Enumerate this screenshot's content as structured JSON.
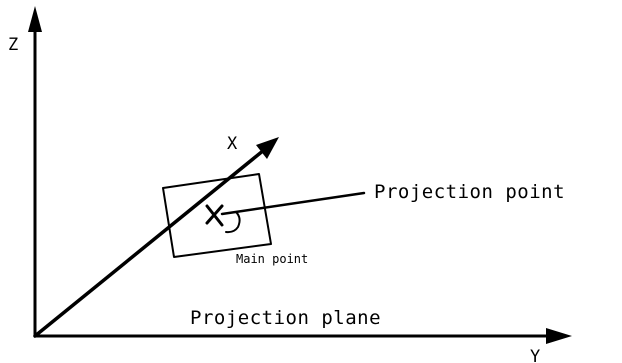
{
  "labels": {
    "z_axis": "Z",
    "y_axis": "Y",
    "x_axis": "X",
    "projection_point": "Projection point",
    "main_point": "Main point",
    "projection_plane": "Projection plane"
  }
}
